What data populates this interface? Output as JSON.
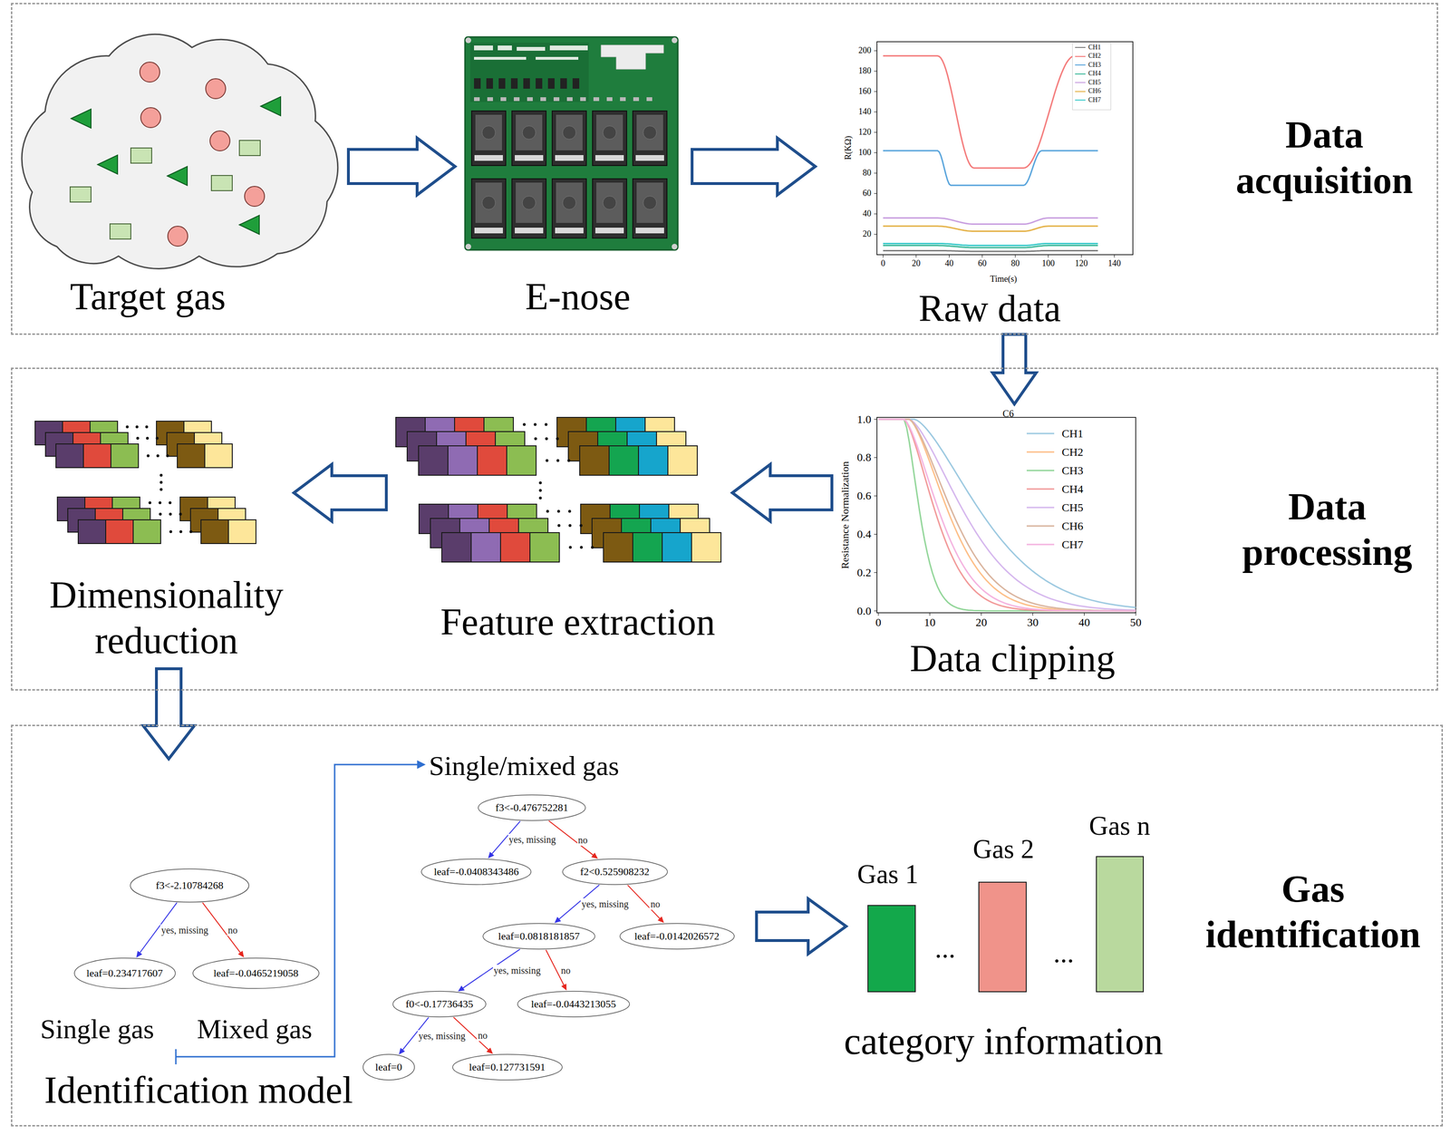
{
  "diagram": {
    "nodes": [
      {
        "text": [
          "Data acquisition"
        ]
      },
      {
        "text": [
          "Target gas"
        ],
        "in": 0
      },
      {
        "text": [
          "E-nose"
        ],
        "in": 0
      },
      {
        "text": [
          "Raw data"
        ],
        "in": 0
      },
      {
        "text": [
          "Data processing"
        ]
      },
      {
        "text": [
          "Data clipping"
        ],
        "in": 4
      },
      {
        "text": [
          "Feature extraction"
        ],
        "in": 4
      },
      {
        "text": [
          "Dimensionality reduction"
        ],
        "in": 4
      },
      {
        "text": [
          "Gas identification"
        ]
      },
      {
        "text": [
          "f3<-2.10784268"
        ],
        "in": 8
      },
      {
        "text": [
          "leaf=0.234717607"
        ],
        "in": 8
      },
      {
        "text": [
          "leaf=-0.0465219058"
        ],
        "in": 8
      },
      {
        "text": [
          "f3<-0.476752281"
        ],
        "in": 8
      },
      {
        "text": [
          "leaf=-0.0408343486"
        ],
        "in": 8
      },
      {
        "text": [
          "f2<0.525908232"
        ],
        "in": 8
      },
      {
        "text": [
          "leaf=0.0818181857"
        ],
        "in": 8
      },
      {
        "text": [
          "leaf=-0.0142026572"
        ],
        "in": 8
      },
      {
        "text": [
          "f0<-0.17736435"
        ],
        "in": 8
      },
      {
        "text": [
          "leaf=-0.0443213055"
        ],
        "in": 8
      },
      {
        "text": [
          "leaf=0"
        ],
        "in": 8
      },
      {
        "text": [
          "leaf=0.127731591"
        ],
        "in": 8
      },
      {
        "text": [
          "Gas 1"
        ],
        "in": 8
      },
      {
        "text": [
          "Gas 2"
        ],
        "in": 8
      },
      {
        "text": [
          "Gas n"
        ],
        "in": 8
      }
    ],
    "edges": [
      {
        "from": 1,
        "to": 2,
        "arrow": "to"
      },
      {
        "from": 2,
        "to": 3,
        "arrow": "to"
      },
      {
        "from": 3,
        "to": 5,
        "arrow": "to"
      },
      {
        "from": 5,
        "to": 6,
        "arrow": "to"
      },
      {
        "from": 6,
        "to": 7,
        "arrow": "to"
      },
      {
        "from": 9,
        "to": 10,
        "label": "yes, missing",
        "arrow": "to"
      },
      {
        "from": 9,
        "to": 11,
        "label": "no",
        "arrow": "to"
      },
      {
        "from": 12,
        "to": 13,
        "label": "yes, missing",
        "arrow": "to"
      },
      {
        "from": 12,
        "to": 14,
        "label": "no",
        "arrow": "to"
      },
      {
        "from": 14,
        "to": 15,
        "label": "yes, missing",
        "arrow": "to"
      },
      {
        "from": 14,
        "to": 16,
        "label": "no",
        "arrow": "to"
      },
      {
        "from": 15,
        "to": 17,
        "label": "yes, missing",
        "arrow": "to"
      },
      {
        "from": 15,
        "to": 18,
        "label": "no",
        "arrow": "to"
      },
      {
        "from": 17,
        "to": 19,
        "label": "yes, missing",
        "arrow": "to"
      },
      {
        "from": 17,
        "to": 20,
        "label": "no",
        "arrow": "to"
      }
    ],
    "labels": [
      "R(KΩ)",
      "Time(s)",
      "200",
      "180",
      "160",
      "140",
      "120",
      "100",
      "80",
      "60",
      "40",
      "20",
      "0",
      "20",
      "40",
      "60",
      "80",
      "100",
      "120",
      "140",
      "C6",
      "Resistance Normalization",
      "1.0",
      "0.8",
      "0.6",
      "0.4",
      "0.2",
      "0.0",
      "0",
      "10",
      "20",
      "30",
      "40",
      "50",
      "Single gas",
      "Mixed gas",
      "Identification model",
      "Single/mixed gas",
      "...",
      "...",
      "category information"
    ],
    "legend": [
      {
        "text": "CH1"
      },
      {
        "text": "CH2"
      },
      {
        "text": "CH3"
      },
      {
        "text": "CH4"
      },
      {
        "text": "CH5"
      },
      {
        "text": "CH6"
      },
      {
        "text": "CH7"
      },
      {
        "text": "CH1"
      },
      {
        "text": "CH2"
      },
      {
        "text": "CH3"
      },
      {
        "text": "CH4"
      },
      {
        "text": "CH5"
      },
      {
        "text": "CH6"
      },
      {
        "text": "CH7"
      }
    ]
  }
}
